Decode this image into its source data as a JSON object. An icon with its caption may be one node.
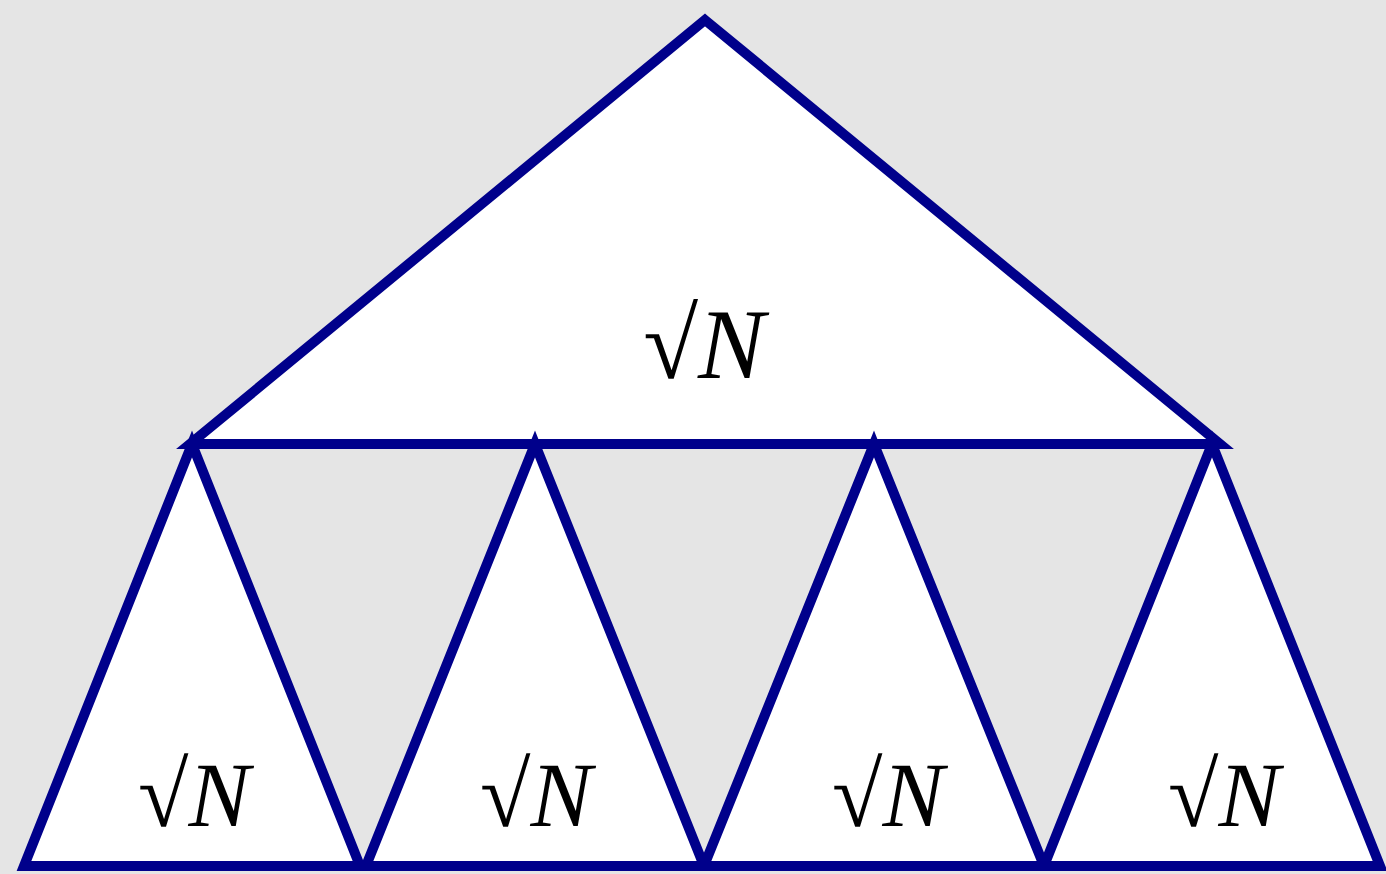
{
  "diagram": {
    "nodes": [
      {
        "text": [
          "√*N*"
        ]
      },
      {
        "text": [
          "√*N*"
        ]
      },
      {
        "text": [
          "√*N*"
        ]
      },
      {
        "text": [
          "√*N*"
        ]
      },
      {
        "text": [
          "√*N*"
        ]
      }
    ]
  }
}
